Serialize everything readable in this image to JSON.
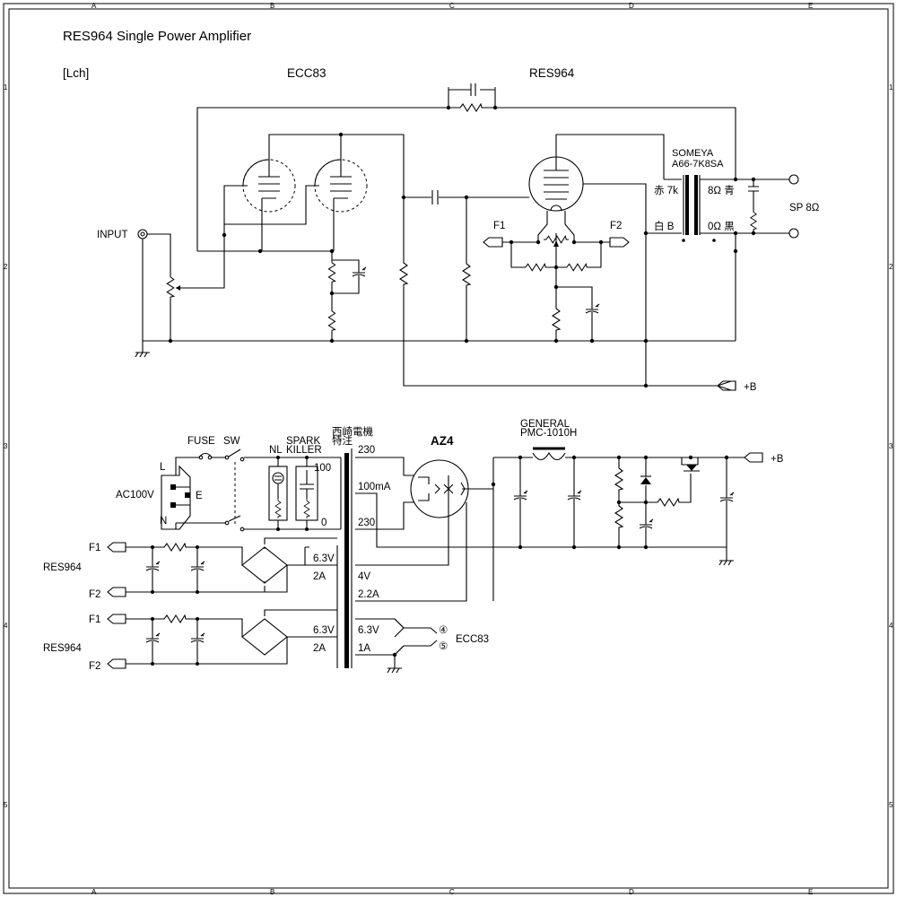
{
  "title": "RES964 Single Power Amplifier",
  "channel": "[Lch]",
  "grid": {
    "columns": [
      "A",
      "B",
      "C",
      "D",
      "E"
    ],
    "rows": [
      "1",
      "2",
      "3",
      "4",
      "5"
    ]
  },
  "amp": {
    "tube_ecc83": "ECC83",
    "tube_res964": "RES964",
    "input": "INPUT",
    "heater_f1": "F1",
    "heater_f2": "F2",
    "b_plus": "+B",
    "opt_maker": "SOMEYA",
    "opt_model": "A66-7K8SA",
    "opt_primary": "赤 7k",
    "opt_primary_b": "白 B",
    "opt_8ohm": "8Ω 青",
    "opt_0ohm": "0Ω 黒",
    "speaker": "SP 8Ω"
  },
  "psu": {
    "fuse": "FUSE",
    "sw": "SW",
    "ac": "AC100V",
    "inlet_l": "L",
    "inlet_e": "E",
    "inlet_n": "N",
    "nl": "NL",
    "spark_1": "SPARK",
    "spark_2": "KILLER",
    "tap_100": "100",
    "tap_0": "0",
    "pt_maker_1": "西崎電機",
    "pt_maker_2": "特注",
    "ht_230a": "230",
    "ht_current": "100mA",
    "ht_230b": "230",
    "rect": "AZ4",
    "choke_1": "GENERAL",
    "choke_2": "PMC-1010H",
    "b_plus": "+B",
    "rect_fil_v": "4V",
    "rect_fil_a": "2.2A",
    "h1_v": "6.3V",
    "h1_a": "2A",
    "h2_v": "6.3V",
    "h2_a": "2A",
    "h3_v": "6.3V",
    "h3_a": "1A",
    "res964_a": "RES964",
    "res964_b": "RES964",
    "f1a": "F1",
    "f2a": "F2",
    "f1b": "F1",
    "f2b": "F2",
    "pin4": "④",
    "pin5": "⑤",
    "ecc83": "ECC83"
  }
}
